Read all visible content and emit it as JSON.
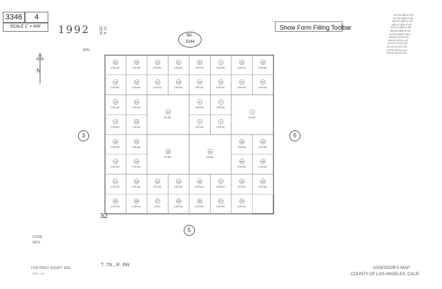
{
  "header": {
    "map_number": "3346",
    "page_number": "4",
    "scale_label": "SCALE 1\" = 400'",
    "year": "1992"
  },
  "toolbar": {
    "button_label": "Show Form Filling Toolbar"
  },
  "book": {
    "prefix": "BK.",
    "number": "3344"
  },
  "streets": {
    "top_left": "AVE.",
    "top_right_1": "25TH",
    "top_right_2": "ST. E"
  },
  "north": "N",
  "adjoining": {
    "left": "3",
    "right": "6",
    "bottom": "5",
    "bottom_left_corner": "32"
  },
  "parcels": [
    {
      "id": "40",
      "area": "2.50 AC."
    },
    {
      "id": "39",
      "area": "2.50 AC."
    },
    {
      "id": "10",
      "area": "2.50 AC."
    },
    {
      "id": "11",
      "area": "2.50 AC."
    },
    {
      "id": "30",
      "area": "2.50 AC."
    },
    {
      "id": "4",
      "area": "2.50 AC."
    },
    {
      "id": "49",
      "area": "2.50 AC."
    },
    {
      "id": "48",
      "area": "2.50 AC."
    },
    {
      "id": "12",
      "area": "2.50 AC."
    },
    {
      "id": "52",
      "area": "2.50 AC."
    },
    {
      "id": "41",
      "area": "2.50 AC."
    },
    {
      "id": "43",
      "area": "2.50 AC."
    },
    {
      "id": "44",
      "area": "2.50 AC."
    },
    {
      "id": "46",
      "area": "2.50 AC."
    },
    {
      "id": "47",
      "area": "2.50 AC."
    },
    {
      "id": "42",
      "area": "2.50 AC."
    },
    {
      "id": "14",
      "area": "2.50 AC."
    },
    {
      "id": "15",
      "area": "2.50 AC."
    },
    {
      "id": "8",
      "area": "2.50 AC."
    },
    {
      "id": "7",
      "area": "2.50 AC."
    },
    {
      "id": "17",
      "area": "2.50 AC."
    },
    {
      "id": "18",
      "area": "2.50 AC."
    },
    {
      "id": "9",
      "area": "2.50 AC."
    },
    {
      "id": "6",
      "area": "2.50 AC."
    },
    {
      "id": "16",
      "area": "2.50 AC."
    },
    {
      "id": "20",
      "area": "2.50 AC."
    },
    {
      "id": "35",
      "area": "2.50 AC."
    },
    {
      "id": "63",
      "area": "2.50 AC."
    },
    {
      "id": "19",
      "area": "2.50 AC."
    },
    {
      "id": "29",
      "area": "2.50 AC."
    },
    {
      "id": "64",
      "area": "2.50 AC."
    },
    {
      "id": "65",
      "area": "2.50 AC."
    },
    {
      "id": "21",
      "area": "2.50 AC."
    },
    {
      "id": "53",
      "area": "2.50 AC."
    },
    {
      "id": "22",
      "area": "2.50 AC."
    },
    {
      "id": "23",
      "area": "2.50 AC."
    },
    {
      "id": "36",
      "area": "2.50 AC."
    },
    {
      "id": "37",
      "area": "2.50 AC."
    },
    {
      "id": "33",
      "area": "2.50 AC."
    },
    {
      "id": "34",
      "area": "2.50 AC."
    },
    {
      "id": "66",
      "area": "2.50 AC."
    },
    {
      "id": "68",
      "area": "2.50 AC."
    },
    {
      "id": "27",
      "area": "5 AC."
    },
    {
      "id": "26",
      "area": "2.50 AC."
    },
    {
      "id": "38",
      "area": "2.50 AC."
    },
    {
      "id": "67",
      "area": "2.50 AC."
    },
    {
      "id": "25",
      "area": "2.50 AC."
    }
  ],
  "large_parcels": [
    {
      "id": "13",
      "area": "10 AC."
    },
    {
      "id": "1",
      "area": "10 AC."
    },
    {
      "id": "28",
      "area": "10 AC."
    },
    {
      "id": "51",
      "area": "10 AC."
    }
  ],
  "revisions": [
    "810024830-81",
    "820024B10-81",
    "830024B10-81",
    "840024B30-81",
    "850024B10-81",
    "860024B30-81",
    "870024B10-81",
    "880025530-81",
    "890025510-81",
    "900025530-81",
    "910025500-81",
    "920026000-81",
    "930026030-81"
  ],
  "footer": {
    "code_label": "CODE",
    "code_value": "9823",
    "prev_label": "FOR PREV. ASSM'T SEE:",
    "prev_value": "3167 - 14",
    "township": "T. 7N., R. 8W.",
    "map_title": "ASSESSOR'S MAP",
    "county": "COUNTY OF LOS ANGELES, CALIF."
  }
}
